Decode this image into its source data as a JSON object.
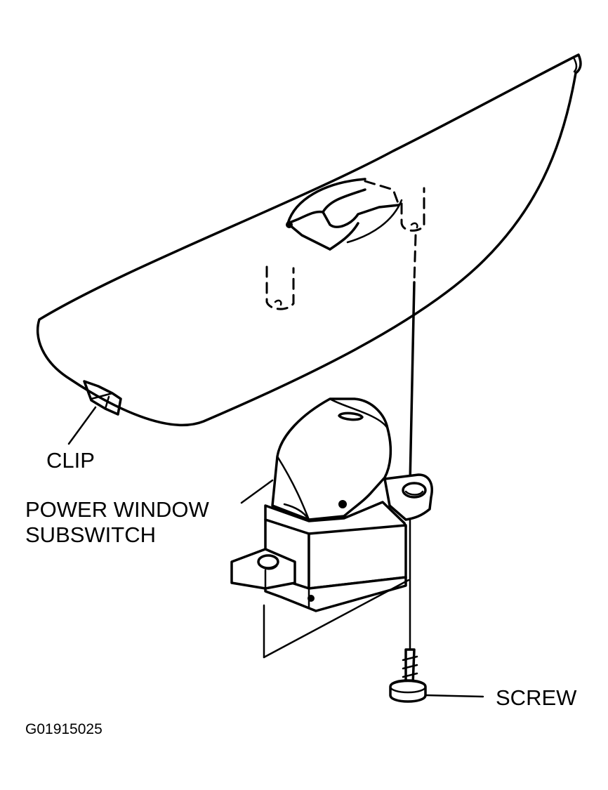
{
  "labels": {
    "clip": "CLIP",
    "power_window_line1": "POWER WINDOW",
    "power_window_line2": "SUBSWITCH",
    "screw": "SCREW",
    "figure_code": "G01915025"
  },
  "colors": {
    "ink": "#000000",
    "background": "#ffffff"
  }
}
